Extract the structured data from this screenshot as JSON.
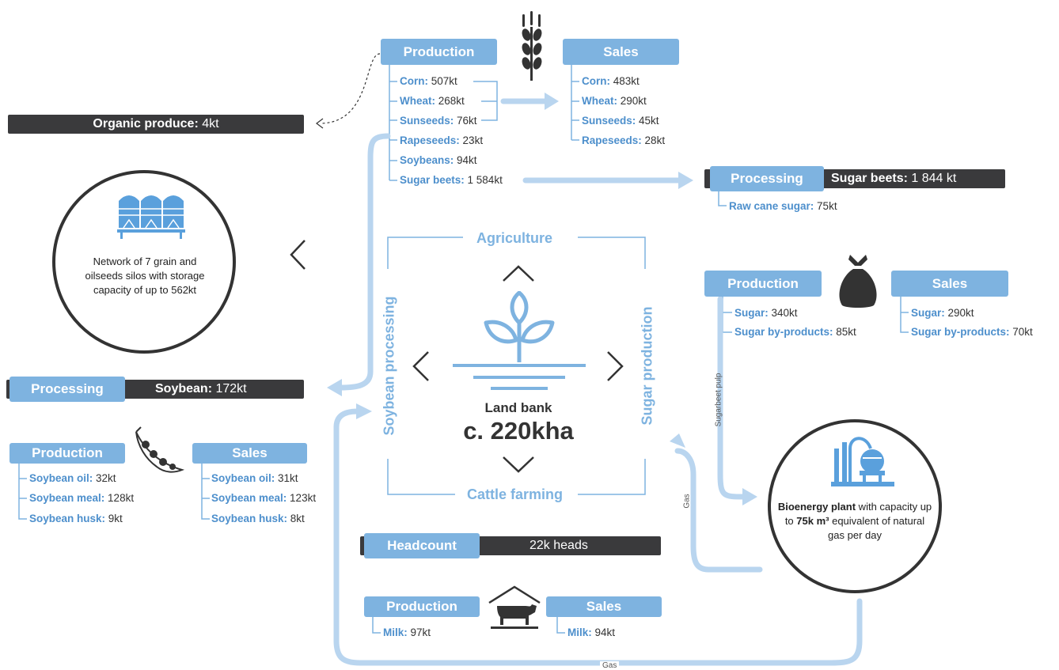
{
  "colors": {
    "accent": "#7eb3e0",
    "dark": "#3a3a3c",
    "label": "#4d8fcc"
  },
  "grain": {
    "production": {
      "label": "Production",
      "items": [
        {
          "k": "Corn:",
          "v": " 507kt"
        },
        {
          "k": "Wheat:",
          "v": " 268kt"
        },
        {
          "k": "Sunseeds:",
          "v": " 76kt"
        },
        {
          "k": "Rapeseeds:",
          "v": " 23kt"
        },
        {
          "k": "Soybeans:",
          "v": " 94kt"
        },
        {
          "k": "Sugar beets:",
          "v": " 1 584kt"
        }
      ]
    },
    "sales": {
      "label": "Sales",
      "items": [
        {
          "k": "Corn:",
          "v": " 483kt"
        },
        {
          "k": "Wheat:",
          "v": " 290kt"
        },
        {
          "k": "Sunseeds:",
          "v": " 45kt"
        },
        {
          "k": "Rapeseeds:",
          "v": " 28kt"
        }
      ]
    },
    "icon": "wheat-icon"
  },
  "organic": {
    "label": "Organic produce:",
    "value": " 4kt"
  },
  "silos": {
    "text": "Network of 7 grain and oilseeds silos with storage capacity of up to 562kt",
    "icon": "silo-icon"
  },
  "sugar_processing": {
    "label": "Processing",
    "title": "Sugar beets:",
    "value": " 1 844 kt",
    "items": [
      {
        "k": "Raw cane sugar:",
        "v": " 75kt"
      }
    ]
  },
  "sugar": {
    "production": {
      "label": "Production",
      "items": [
        {
          "k": "Sugar:",
          "v": " 340kt"
        },
        {
          "k": "Sugar by-products:",
          "v": " 85kt"
        }
      ]
    },
    "sales": {
      "label": "Sales",
      "items": [
        {
          "k": "Sugar:",
          "v": " 290kt"
        },
        {
          "k": "Sugar by-products:",
          "v": " 70kt"
        }
      ]
    },
    "icon": "sugar-sack-icon"
  },
  "soy_processing": {
    "label": "Processing",
    "title": "Soybean:",
    "value": " 172kt"
  },
  "soy": {
    "production": {
      "label": "Production",
      "items": [
        {
          "k": "Soybean oil:",
          "v": " 32kt"
        },
        {
          "k": "Soybean meal:",
          "v": " 128kt"
        },
        {
          "k": "Soybean husk:",
          "v": " 9kt"
        }
      ]
    },
    "sales": {
      "label": "Sales",
      "items": [
        {
          "k": "Soybean oil:",
          "v": " 31kt"
        },
        {
          "k": "Soybean meal:",
          "v": " 123kt"
        },
        {
          "k": "Soybean husk:",
          "v": " 8kt"
        }
      ]
    },
    "icon": "soybean-pod-icon"
  },
  "center": {
    "top": "Agriculture",
    "bottom": "Cattle farming",
    "left": "Soybean processing",
    "right": "Sugar production",
    "land_bank": "Land bank",
    "area": "c. 220kha",
    "icon": "sprout-icon"
  },
  "bioenergy": {
    "bold": "Bioenergy plant",
    "text": " with capacity up to ",
    "bold2": "75k m³",
    "text2": " equivalent of natural gas per day",
    "icon": "bioenergy-plant-icon"
  },
  "cattle": {
    "headcount": {
      "label": "Headcount",
      "value": "22k heads"
    },
    "production": {
      "label": "Production",
      "items": [
        {
          "k": "Milk:",
          "v": " 97kt"
        }
      ]
    },
    "sales": {
      "label": "Sales",
      "items": [
        {
          "k": "Milk:",
          "v": " 94kt"
        }
      ]
    },
    "icon": "cow-barn-icon"
  },
  "flows": {
    "sugarbeet_pulp": "Sugarbeet pulp",
    "gas": "Gas",
    "gas_bottom": "Gas"
  }
}
